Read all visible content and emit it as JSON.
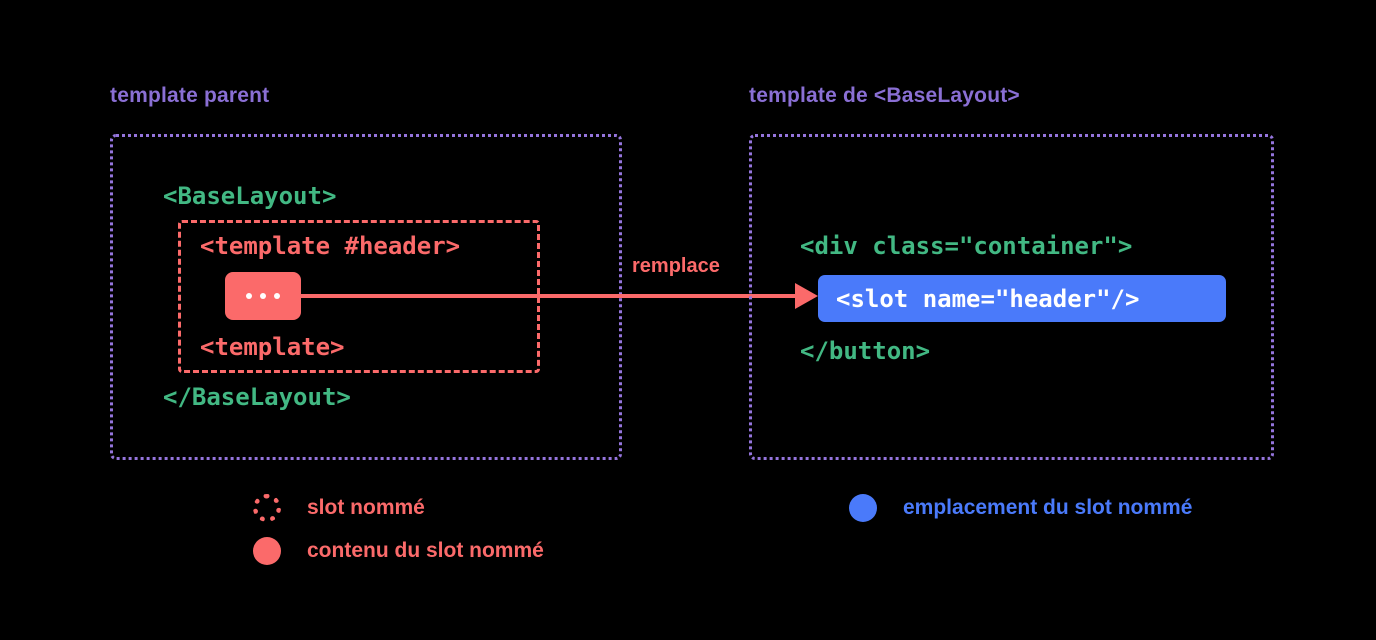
{
  "diagram": {
    "title_left": "template parent",
    "title_right": "template de <BaseLayout>",
    "arrow_label": "remplace"
  },
  "left_panel": {
    "code_open": "<BaseLayout>",
    "code_close": "</BaseLayout>",
    "slot_box": {
      "code_open": "<template #header>",
      "code_close": "<template>",
      "content_chip": {
        "icon": "ellipsis-icon",
        "dots": 3
      }
    }
  },
  "right_panel": {
    "code_open": "<div class=\"container\">",
    "code_close": "</button>",
    "slot_chip": {
      "code": "<slot name=\"header\"/>"
    }
  },
  "legend": {
    "items": [
      {
        "label": "slot nommé",
        "marker": "dotted-circle-marker",
        "color": "#fb6a6a"
      },
      {
        "label": "contenu du slot nommé",
        "marker": "filled-circle-marker",
        "color": "#fb6a6a"
      },
      {
        "label": "emplacement du slot nommé",
        "marker": "filled-circle-marker",
        "color": "#4a7afa"
      }
    ]
  },
  "colors": {
    "background": "#000000",
    "purple": "#9575dd",
    "purple_title": "#8a6fd4",
    "green": "#42b883",
    "coral": "#fb6a6a",
    "blue": "#4a7afa",
    "white": "#ffffff"
  }
}
